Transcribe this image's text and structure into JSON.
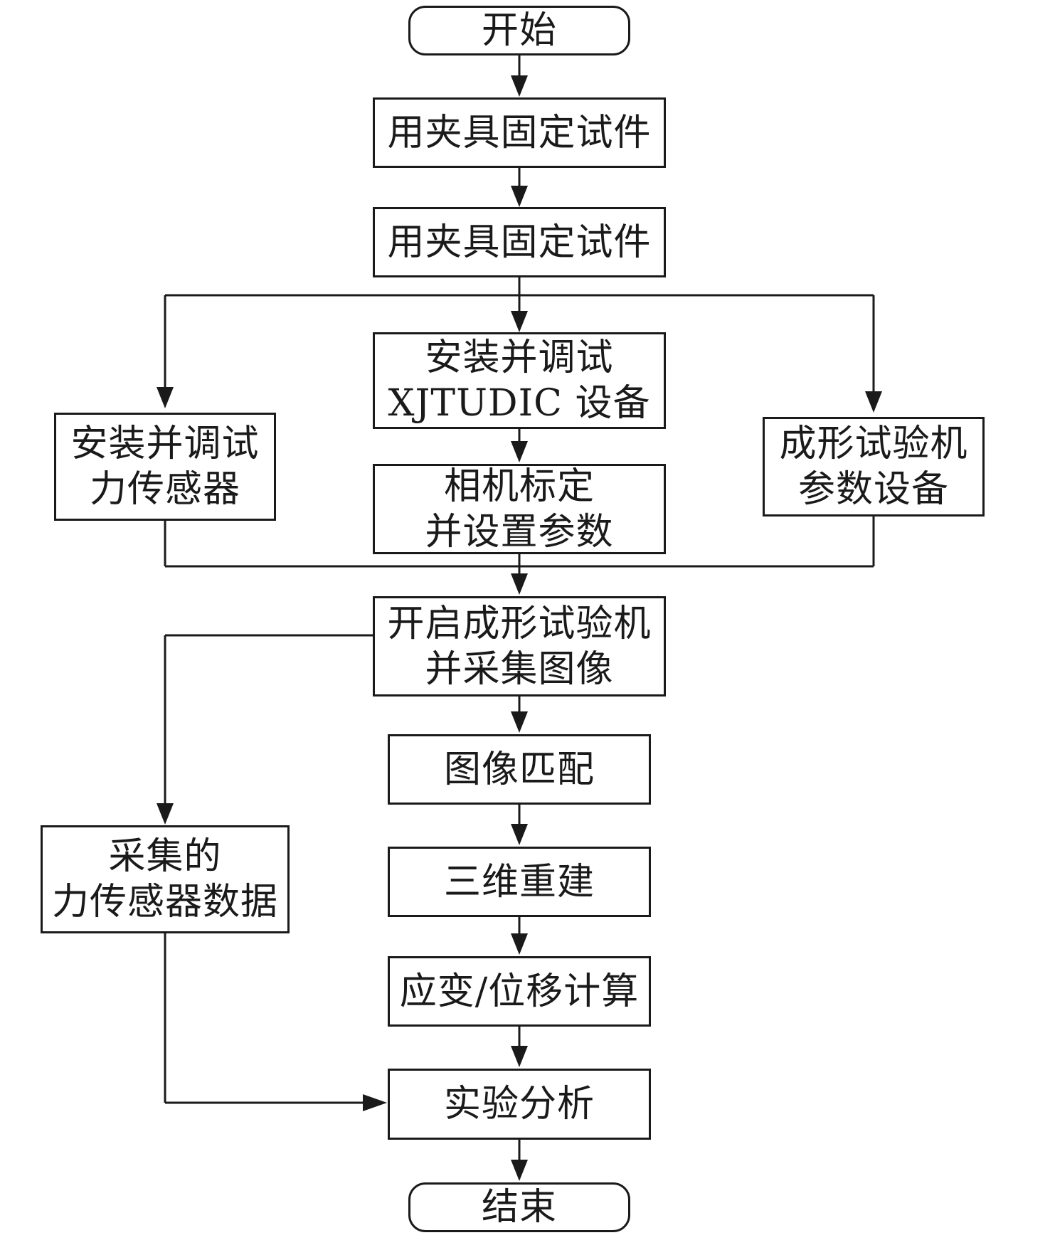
{
  "diagram": {
    "nodes": {
      "start": "开始",
      "fix_specimen_1": "用夹具固定试件",
      "fix_specimen_2": "用夹具固定试件",
      "install_dic": [
        "安装并调试",
        "XJTUDIC 设备"
      ],
      "install_force_sensor": [
        "安装并调试",
        "力传感器"
      ],
      "forming_machine_params": [
        "成形试验机",
        "参数设备"
      ],
      "camera_calibration": [
        "相机标定",
        "并设置参数"
      ],
      "start_machine_capture": [
        "开启成形试验机",
        "并采集图像"
      ],
      "image_matching": "图像匹配",
      "reconstruction_3d": "三维重建",
      "strain_displacement": "应变/位移计算",
      "force_sensor_data": [
        "采集的",
        "力传感器数据"
      ],
      "experiment_analysis": "实验分析",
      "end": "结束"
    },
    "colors": {
      "stroke": "#1a1a1a",
      "background": "#ffffff"
    }
  }
}
